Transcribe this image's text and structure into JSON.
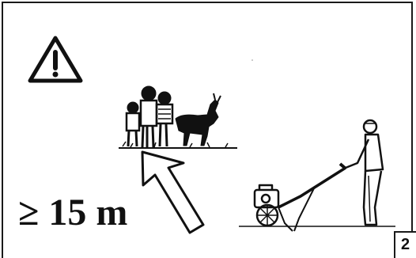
{
  "figure": {
    "distance_label": "≥ 15 m",
    "page_number": "2"
  },
  "icons": {
    "warning": "warning-triangle-icon",
    "bystanders": "people-and-dog-illustration",
    "arrow": "direction-arrow",
    "operator": "tiller-operator-illustration"
  },
  "colors": {
    "ink": "#111111",
    "paper": "#ffffff"
  }
}
